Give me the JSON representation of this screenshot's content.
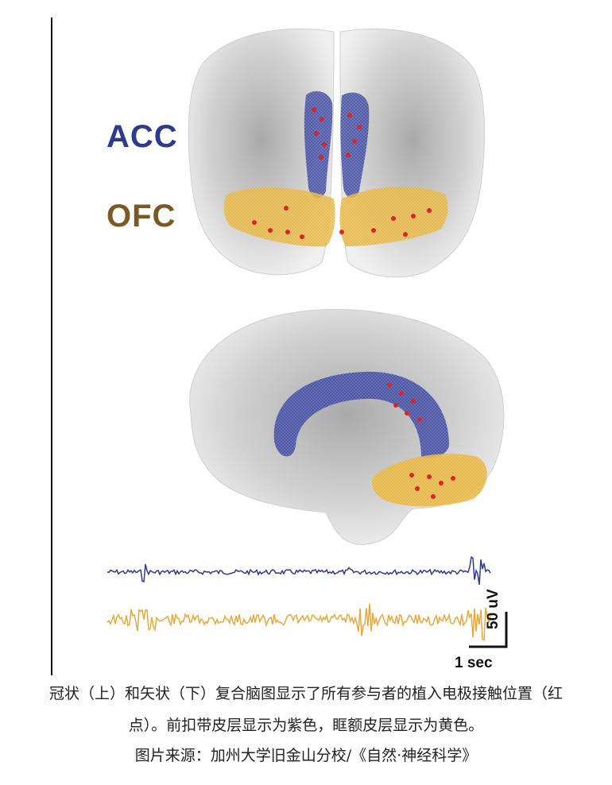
{
  "figure": {
    "labels": {
      "acc": "ACC",
      "ofc": "OFC"
    },
    "colors": {
      "acc": "#2e3a8c",
      "ofc": "#e8a93a",
      "contact": "#d9262b",
      "brain": "#b7b7b7"
    },
    "scale_bar": {
      "vertical_label": "50 uV",
      "horizontal_label": "1 sec"
    }
  },
  "caption": {
    "line1": "冠状（上）和矢状（下）复合脑图显示了所有参与者的植入电极接触位置（红",
    "line2": "点）。前扣带皮层显示为紫色，眶额皮层显示为黄色。",
    "line3": "图片来源：加州大学旧金山分校/《自然·神经科学》"
  }
}
